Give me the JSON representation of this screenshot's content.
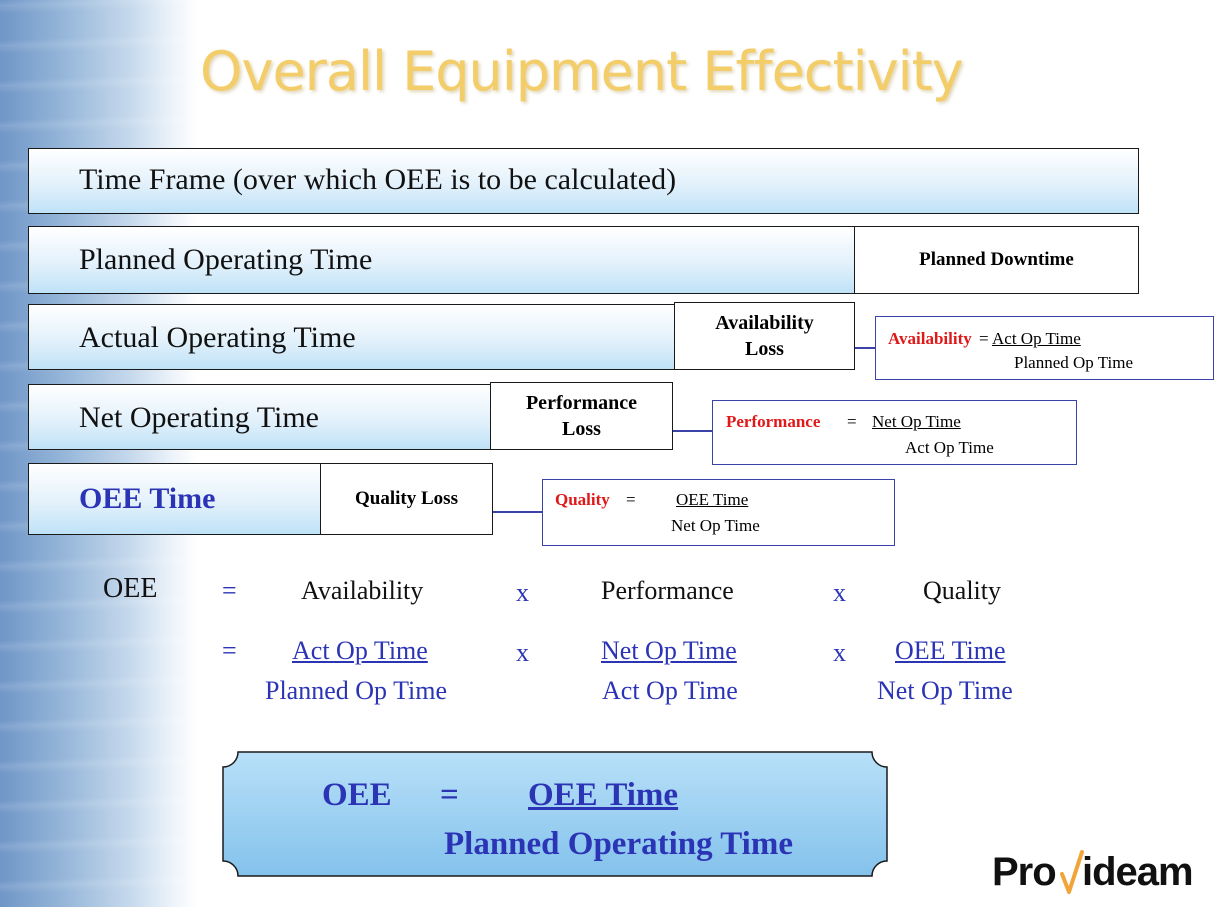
{
  "title": "Overall Equipment Effectivity",
  "bars": {
    "time_frame": "Time Frame (over which OEE is to be calculated)",
    "planned_operating": "Planned Operating Time",
    "actual_operating": "Actual Operating Time",
    "net_operating": "Net Operating Time",
    "oee_time": "OEE Time"
  },
  "losses": {
    "planned_downtime": "Planned Downtime",
    "availability_line1": "Availability",
    "availability_line2": "Loss",
    "performance_line1": "Performance",
    "performance_line2": "Loss",
    "quality": "Quality Loss"
  },
  "formula_boxes": {
    "availability": {
      "label": "Availability",
      "eq": "=",
      "numerator": "Act Op Time",
      "denominator": "Planned Op Time"
    },
    "performance": {
      "label": "Performance",
      "eq": "=",
      "numerator": "Net Op Time",
      "denominator": "Act Op Time"
    },
    "quality": {
      "label": "Quality",
      "eq": "=",
      "numerator": "OEE Time",
      "denominator": "Net Op Time"
    }
  },
  "equation": {
    "lhs": "OEE",
    "eq": "=",
    "times": "x",
    "term1": "Availability",
    "term2": "Performance",
    "term3": "Quality",
    "num1": "Act Op Time",
    "den1": "Planned Op Time",
    "num2": "Net Op Time",
    "den2": "Act Op Time",
    "num3": "OEE Time",
    "den3": "Net Op Time"
  },
  "summary": {
    "lhs": "OEE",
    "eq": "=",
    "numerator": "OEE Time",
    "denominator": "Planned Operating Time"
  },
  "logo": {
    "text_left": "Pro",
    "text_right": "ideam"
  },
  "colors": {
    "title": "#f3cd6a",
    "red": "#e01818",
    "blue": "#2b34b5",
    "summary_fill": "#9fd2f3"
  }
}
